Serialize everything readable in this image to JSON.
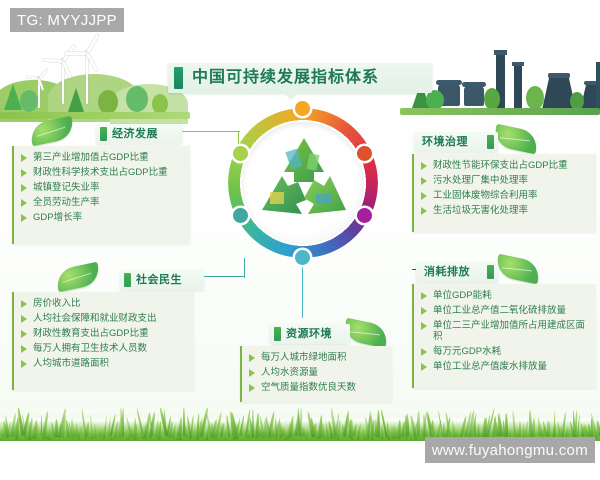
{
  "title": {
    "text": "中国可持续发展指标体系",
    "accent_color": "#1d7a55"
  },
  "center": {
    "icon": "recycle-symbol",
    "ring_colors": [
      "#f5a623",
      "#e0502f",
      "#a51f9e",
      "#4bb8c9",
      "#3fa9a0",
      "#a8d24a"
    ]
  },
  "panels": [
    {
      "id": "economic-development",
      "header": "经济发展",
      "items": [
        "第三产业增加值占GDP比重",
        "财政性科学技术支出占GDP比重",
        "城镇登记失业率",
        "全员劳动生产率",
        "GDP增长率"
      ]
    },
    {
      "id": "environmental-governance",
      "header": "环境治理",
      "items": [
        "财政性节能环保支出占GDP比重",
        "污水处理厂集中处理率",
        "工业固体废物综合利用率",
        "生活垃圾无害化处理率"
      ]
    },
    {
      "id": "social-livelihood",
      "header": "社会民生",
      "items": [
        "房价收入比",
        "人均社会保障和就业财政支出",
        "财政性教育支出占GDP比重",
        "每万人拥有卫生技术人员数",
        "人均城市道路面积"
      ]
    },
    {
      "id": "consumption-emissions",
      "header": "消耗排放",
      "items": [
        "单位GDP能耗",
        "单位工业总产值二氧化硫排放量",
        "单位二三产业增加值所占用建成区面积",
        "每万元GDP水耗",
        "单位工业总产值废水排放量"
      ]
    },
    {
      "id": "resources-environment",
      "header": "资源环境",
      "items": [
        "每万人城市绿地面积",
        "人均水资源量",
        "空气质量指数优良天数"
      ]
    }
  ],
  "watermarks": {
    "top_left": "TG: MYYJJPP",
    "bottom_right": "www.fuyahongmu.com"
  },
  "scenery": {
    "left": "wind-turbine-hills-illustration",
    "right": "factory-smokestacks-illustration",
    "bottom": "grass-strip"
  }
}
